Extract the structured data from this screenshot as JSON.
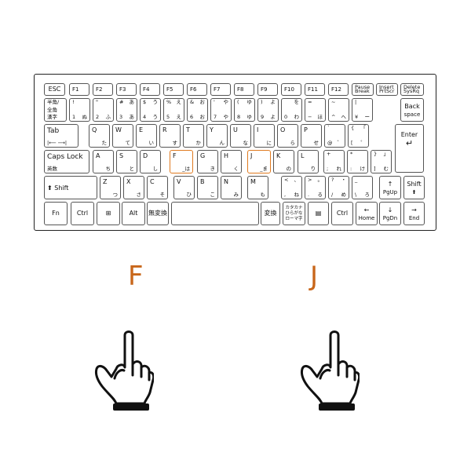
{
  "accent_color": "#e07a1f",
  "keys": {
    "esc": "ESC",
    "f1": "F1",
    "f2": "F2",
    "f3": "F3",
    "f4": "F4",
    "f5": "F5",
    "f6": "F6",
    "f7": "F7",
    "f8": "F8",
    "f9": "F9",
    "f10": "F10",
    "f11": "F11",
    "f12": "F12",
    "pause_1": "Pause",
    "pause_2": "Break",
    "insert_1": "Insert",
    "insert_2": "PrtScr",
    "delete_1": "Delete",
    "delete_2": "SysRq",
    "hankaku_1": "半角/",
    "hankaku_2": "全角",
    "hankaku_3": "漢字",
    "k1_tl": "!",
    "k1_bl": "1",
    "k1_br": "ぬ",
    "k2_tl": "\"",
    "k2_bl": "2",
    "k2_br": "ふ",
    "k3_tl": "#",
    "k3_tr": "あ",
    "k3_bl": "3",
    "k3_br": "あ",
    "k4_tl": "$",
    "k4_tr": "う",
    "k4_bl": "4",
    "k4_br": "う",
    "k5_tl": "%",
    "k5_tr": "え",
    "k5_bl": "5",
    "k5_br": "え",
    "k6_tl": "&",
    "k6_tr": "お",
    "k6_bl": "6",
    "k6_br": "お",
    "k7_tl": "'",
    "k7_tr": "や",
    "k7_bl": "7",
    "k7_br": "や",
    "k8_tl": "(",
    "k8_tr": "ゆ",
    "k8_bl": "8",
    "k8_br": "ゆ",
    "k9_tl": ")",
    "k9_tr": "よ",
    "k9_bl": "9",
    "k9_br": "よ",
    "k0_tr": "を",
    "k0_bl": "0",
    "k0_br": "わ",
    "kminus_tl": "=",
    "kminus_bl": "−",
    "kminus_br": "ほ",
    "kcaret_tl": "~",
    "kcaret_bl": "^",
    "kcaret_br": "へ",
    "kyen_tl": "|",
    "kyen_bl": "¥",
    "kyen_br": "ー",
    "back_1": "Back",
    "back_2": "space",
    "tab": "Tab",
    "tab_arrow": "|⟵ ⟶|",
    "q": "Q",
    "q_k": "た",
    "w": "W",
    "w_k": "て",
    "e": "E",
    "e_k": "い",
    "r": "R",
    "r_k": "す",
    "t": "T",
    "t_k": "か",
    "y": "Y",
    "y_k": "ん",
    "u": "U",
    "u_k": "な",
    "i": "I",
    "i_k": "に",
    "o": "O",
    "o_k": "ら",
    "p": "P",
    "p_k": "せ",
    "at_tl": "`",
    "at_bl": "@",
    "at_br": "゛",
    "lbr_tl": "{",
    "lbr_tr": "「",
    "lbr_bl": "[",
    "lbr_br": "゜",
    "enter": "Enter",
    "enter_arrow": "↵",
    "caps_1": "Caps Lock",
    "caps_2": "英数",
    "a": "A",
    "a_k": "ち",
    "s": "S",
    "s_k": "と",
    "d": "D",
    "d_k": "し",
    "f": "F",
    "f_k": "_は",
    "g": "G",
    "g_k": "き",
    "h": "H",
    "h_k": "く",
    "j": "J",
    "j_k": "_ま",
    "k": "K",
    "k_k": "の",
    "l": "L",
    "l_k": "り",
    "semi_tl": "+",
    "semi_bl": ";",
    "semi_br": "れ",
    "colon_tl": "*",
    "colon_bl": ":",
    "colon_br": "け",
    "rbr_tl": "}",
    "rbr_tr": "」",
    "rbr_bl": "]",
    "rbr_br": "む",
    "shift_l": "⬆ Shift",
    "z": "Z",
    "z_k": "つ",
    "x": "X",
    "x_k": "さ",
    "c": "C",
    "c_k": "そ",
    "v": "V",
    "v_k": "ひ",
    "b": "B",
    "b_k": "こ",
    "n": "N",
    "n_k": "み",
    "m": "M",
    "m_k": "も",
    "comma_tl": "<",
    "comma_tr": "、",
    "comma_bl": ",",
    "comma_br": "ね",
    "period_tl": ">",
    "period_tr": "。",
    "period_bl": ".",
    "period_br": "る",
    "slash_tl": "?",
    "slash_tr": "・",
    "slash_bl": "/",
    "slash_br": "め",
    "bslash_tl": "_",
    "bslash_bl": "\\",
    "bslash_br": "ろ",
    "pgup_arrow": "↑",
    "pgup": "PgUp",
    "shift_r": "Shift",
    "shift_r_arrow": "⬆",
    "fn": "Fn",
    "ctrl": "Ctrl",
    "win": "⊞",
    "alt": "Alt",
    "muhenkan": "無変換",
    "henkan": "変換",
    "kana_1": "カタカナ",
    "kana_2": "ひらがな",
    "kana_3": "ローマ字",
    "menu": "▤",
    "ctrl_r": "Ctrl",
    "home_arrow": "←",
    "home": "Home",
    "pgdn_arrow": "↓",
    "pgdn": "PgDn",
    "end_arrow": "→",
    "end": "End"
  },
  "letter_left": "F",
  "letter_right": "J",
  "hand_left_icon": "pointing-hand-icon",
  "hand_right_icon": "pointing-hand-icon"
}
